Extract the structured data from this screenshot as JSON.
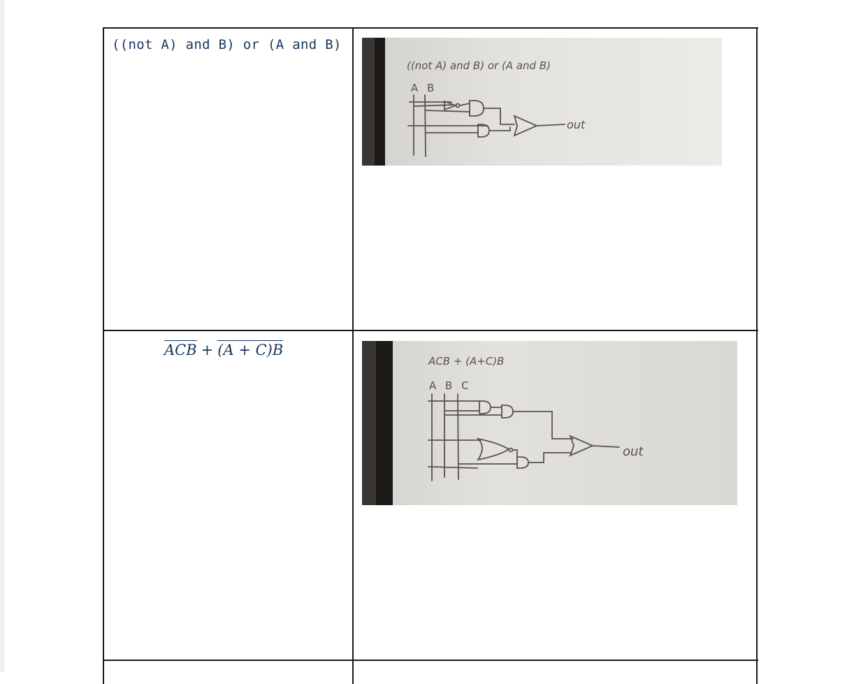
{
  "rows": [
    {
      "expression_text": "((not A) and B) or (A and B)",
      "photo": {
        "icon": "handwritten-circuit-diagram",
        "handwriting": {
          "title": "((not A) and B) or (A and B)",
          "inputs": "A B",
          "output": "out"
        }
      }
    },
    {
      "expression_math": {
        "term1": "ACB",
        "plus": "+",
        "term2": "(A + C)",
        "term2_suffix": "B"
      },
      "photo": {
        "icon": "handwritten-circuit-diagram",
        "handwriting": {
          "title": "ACB + (A+C)B",
          "inputs": "A B C",
          "output": "out"
        }
      }
    }
  ],
  "colors": {
    "text_accent": "#17365d",
    "table_border": "#1a1a1a",
    "paper": "#e4e3de",
    "pencil": "#5a524c",
    "photo_edge": "#1c1a18"
  }
}
